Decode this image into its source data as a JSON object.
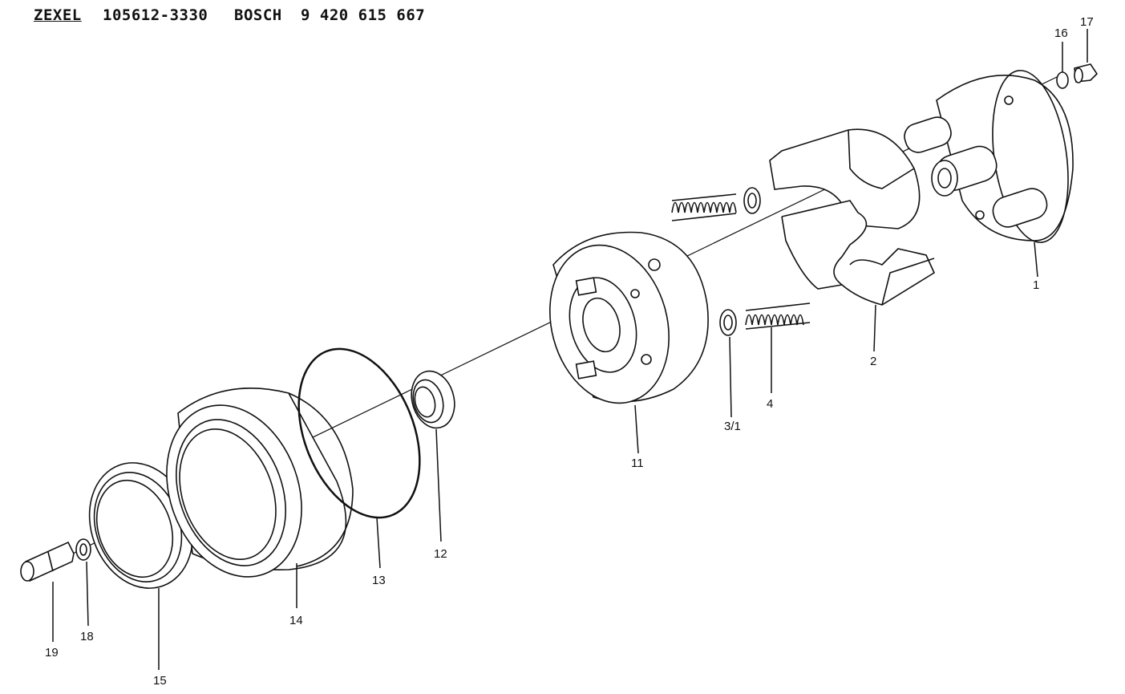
{
  "header": {
    "maker_a": "ZEXEL",
    "part_no_a": "105612-3330",
    "maker_b": "BOSCH",
    "part_no_b": "9 420 615 667"
  },
  "callouts": [
    {
      "id": "1",
      "label": "1"
    },
    {
      "id": "2",
      "label": "2"
    },
    {
      "id": "3-1",
      "label": "3/1"
    },
    {
      "id": "4",
      "label": "4"
    },
    {
      "id": "11",
      "label": "11"
    },
    {
      "id": "12",
      "label": "12"
    },
    {
      "id": "13",
      "label": "13"
    },
    {
      "id": "14",
      "label": "14"
    },
    {
      "id": "15",
      "label": "15"
    },
    {
      "id": "16",
      "label": "16"
    },
    {
      "id": "17",
      "label": "17"
    },
    {
      "id": "18",
      "label": "18"
    },
    {
      "id": "19",
      "label": "19"
    }
  ]
}
